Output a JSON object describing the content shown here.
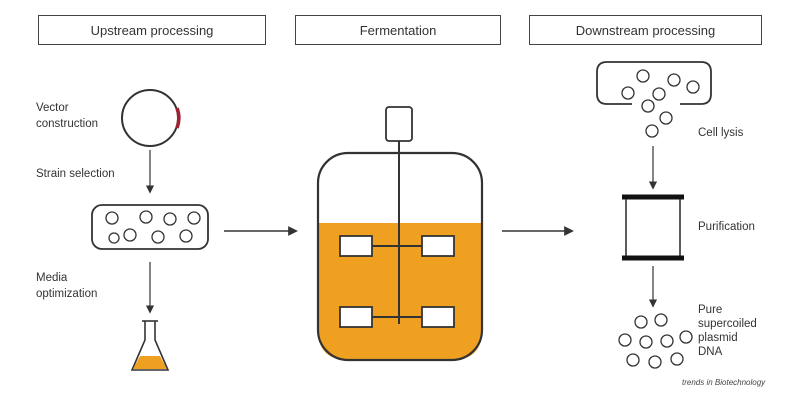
{
  "headers": {
    "upstream": "Upstream processing",
    "fermentation": "Fermentation",
    "downstream": "Downstream processing"
  },
  "labels": {
    "vector_construction": [
      "Vector",
      "construction"
    ],
    "strain_selection": "Strain selection",
    "media_optimization": [
      "Media",
      "optimization"
    ],
    "cell_lysis": "Cell lysis",
    "purification": "Purification",
    "product": [
      "Pure",
      "supercoiled",
      "plasmid",
      "DNA"
    ]
  },
  "credit": "trends in Biotechnology",
  "colors": {
    "medium": "#f0a020",
    "outline": "#333333",
    "plasmid_accent": "#a02030"
  }
}
